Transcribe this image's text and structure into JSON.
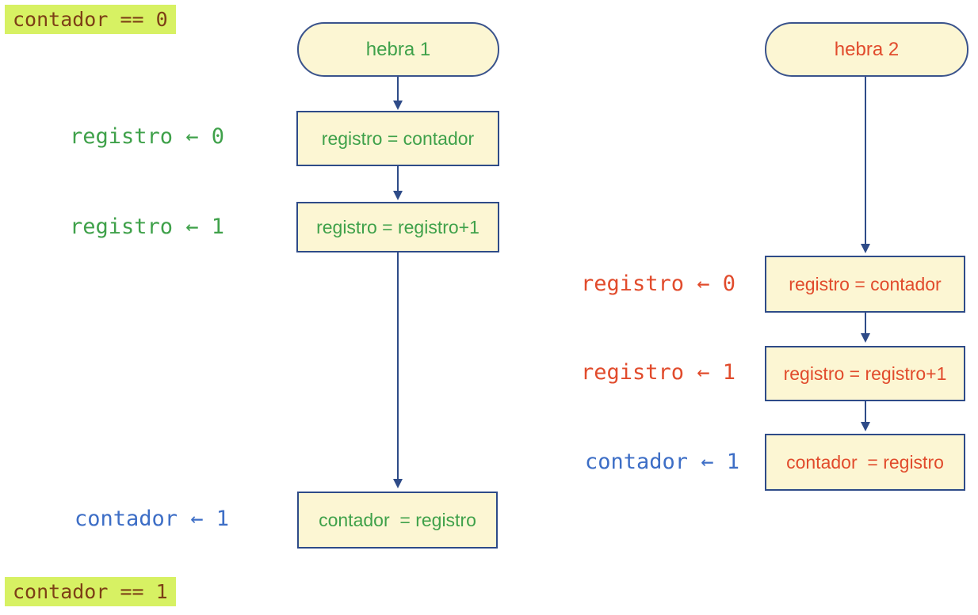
{
  "diagram": {
    "shared_state": {
      "initial": "contador == 0",
      "final": "contador == 1"
    },
    "thread1": {
      "title": "hebra 1",
      "boxes": [
        "registro = contador",
        "registro = registro+1",
        "contador  = registro"
      ],
      "annotations": [
        "registro ← 0",
        "registro ← 1",
        "contador ← 1"
      ]
    },
    "thread2": {
      "title": "hebra 2",
      "boxes": [
        "registro = contador",
        "registro = registro+1",
        "contador  = registro"
      ],
      "annotations": [
        "registro ← 0",
        "registro ← 1",
        "contador ← 1"
      ]
    },
    "colors": {
      "box_fill": "#fcf6d3",
      "box_border": "#2e4b88",
      "connector": "#2e4b88",
      "thread1_text": "#3fa14a",
      "thread2_text": "#e14b2c",
      "assignment_blue": "#3d6ec6",
      "highlight_background": "#d7f163",
      "highlight_text": "#7d3f16"
    }
  }
}
